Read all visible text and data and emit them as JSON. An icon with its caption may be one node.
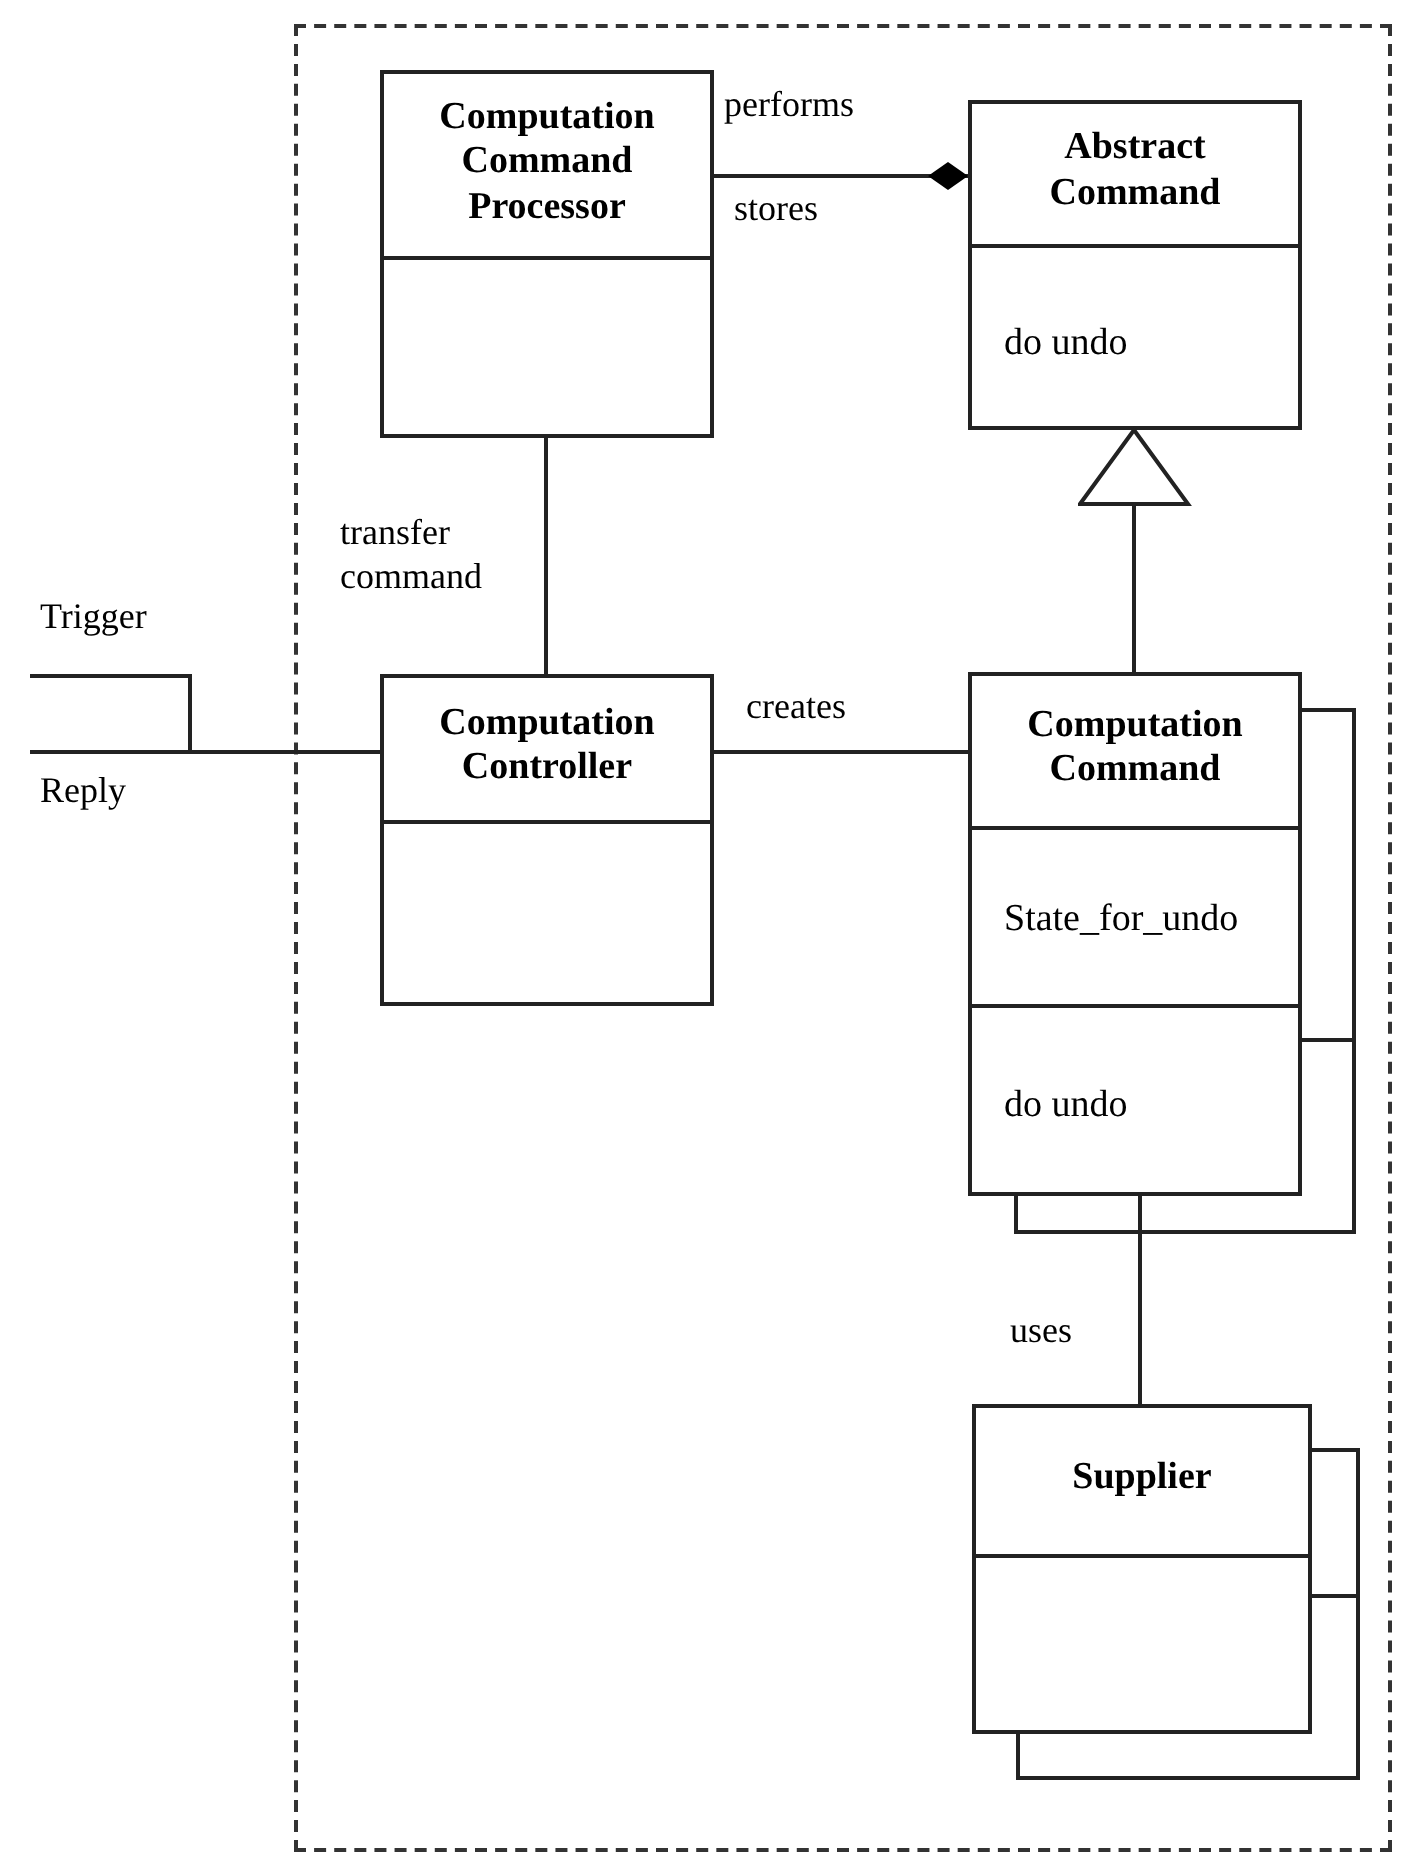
{
  "diagram": {
    "nodes": [
      {
        "text": [],
        "shape": "box"
      },
      {
        "text": [
          "Computation Command Processor"
        ],
        "in": 0
      },
      {
        "text": [
          "Abstract Command",
          "do undo"
        ],
        "in": 0
      },
      {
        "text": [
          "Computation Controller"
        ],
        "in": 0
      },
      {
        "text": [
          "Computation Command",
          "State_for_undo",
          "do undo"
        ],
        "in": 0
      },
      {
        "text": [
          "Supplier"
        ],
        "in": 0
      }
    ],
    "edges": [
      {
        "from": 1,
        "to": 2,
        "arrow": "other",
        "label": "performs"
      },
      {
        "from": 1,
        "to": 3,
        "arrow": "none",
        "label": "transfer command"
      },
      {
        "from": null,
        "to": 3,
        "arrow": "none"
      },
      {
        "from": 3,
        "to": 4,
        "arrow": "none",
        "label": "creates"
      },
      {
        "from": 4,
        "to": 2,
        "arrow": "to"
      },
      {
        "from": 4,
        "to": 5,
        "arrow": "none",
        "label": "uses"
      }
    ],
    "labels": [
      "stores",
      "Trigger",
      "Reply"
    ]
  }
}
